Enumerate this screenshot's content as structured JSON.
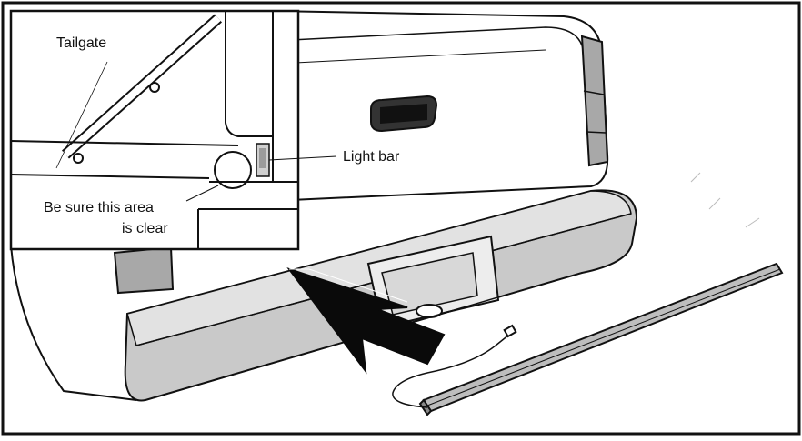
{
  "figure": {
    "labels": {
      "tailgate": "Tailgate",
      "light_bar": "Light bar",
      "caution_line1": "Be sure this area",
      "caution_line2": "is clear"
    },
    "colors": {
      "stroke": "#111111",
      "bumper_fill": "#c9c9c9",
      "bumper_shade": "#9b9b9b",
      "light_bar_fill": "#bdbdbd",
      "arrow_fill": "#0a0a0a",
      "inset_bg": "#ffffff",
      "taillight_fill": "#a8a8a8"
    },
    "icons": {
      "arrow": "install-direction-arrow",
      "callout": "clearance-circle"
    }
  }
}
